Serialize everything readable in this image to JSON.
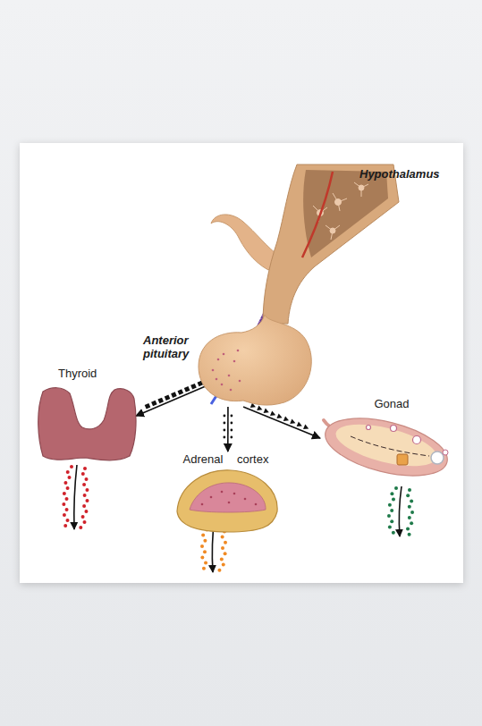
{
  "diagram": {
    "nodes": [
      {
        "text": [
          "Hypothalamus"
        ]
      },
      {
        "text": [
          "Anterior pituitary"
        ]
      },
      {
        "text": [
          "Thyroid"
        ]
      },
      {
        "text": [
          "Adrenal cortex"
        ]
      },
      {
        "text": [
          "Gonad"
        ]
      }
    ],
    "edges": [
      {
        "from": 1,
        "to": 2,
        "arrow": "to"
      },
      {
        "from": 1,
        "to": 3,
        "arrow": "to"
      },
      {
        "from": 1,
        "to": 4,
        "arrow": "to"
      }
    ]
  }
}
